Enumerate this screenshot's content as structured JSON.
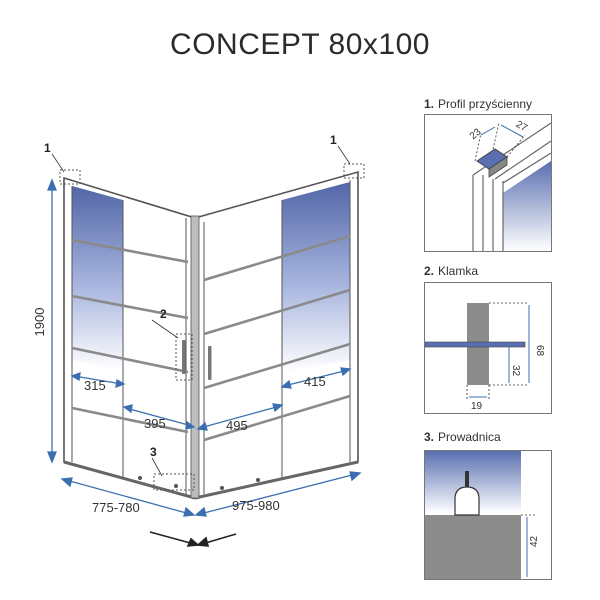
{
  "title": "CONCEPT 80x100",
  "main": {
    "height_label": "1900",
    "width_left_label": "775-780",
    "width_right_label": "975-980",
    "dim_315": "315",
    "dim_395": "395",
    "dim_495": "495",
    "dim_415": "415",
    "callout_1a": "1",
    "callout_1b": "1",
    "callout_2": "2",
    "callout_3": "3"
  },
  "panels": {
    "profile": {
      "number": "1.",
      "label": "Profil przyścienny",
      "dim_a": "23",
      "dim_b": "27"
    },
    "handle": {
      "number": "2.",
      "label": "Klamka",
      "dim_a": "68",
      "dim_b": "32",
      "dim_c": "19"
    },
    "guide": {
      "number": "3.",
      "label": "Prowadnica",
      "dim_a": "42"
    }
  },
  "colors": {
    "glass_blue": "#5a6fb0",
    "frame": "#9a9a9a",
    "line": "#3a3a3a",
    "dim": "#333333"
  }
}
